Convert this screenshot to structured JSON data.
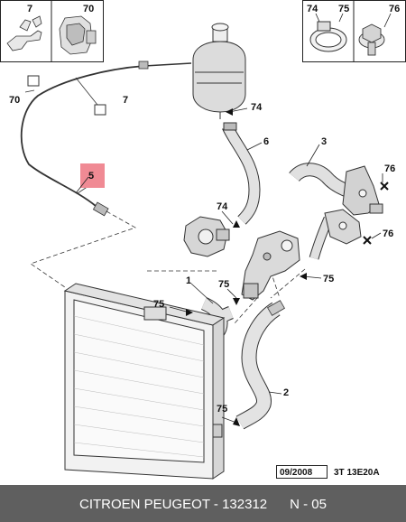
{
  "inset_left": {
    "labels": [
      "7",
      "70"
    ]
  },
  "inset_right": {
    "labels": [
      "74",
      "75",
      "76"
    ]
  },
  "callouts": {
    "c70": "70",
    "c7": "7",
    "c74a": "74",
    "c6": "6",
    "c3": "3",
    "c76a": "76",
    "c5": "5",
    "c74b": "74",
    "c76b": "76",
    "c75a": "75",
    "c1": "1",
    "c75b": "75",
    "c75c": "75",
    "c2": "2",
    "c75d": "75"
  },
  "date_code": "09/2008",
  "diagram_code": "3T 13E20A",
  "footer": "CITROEN PEUGEOT - 132312      N - 05",
  "colors": {
    "highlight": "#f08a94",
    "footer_bg": "#5f5f5f"
  }
}
